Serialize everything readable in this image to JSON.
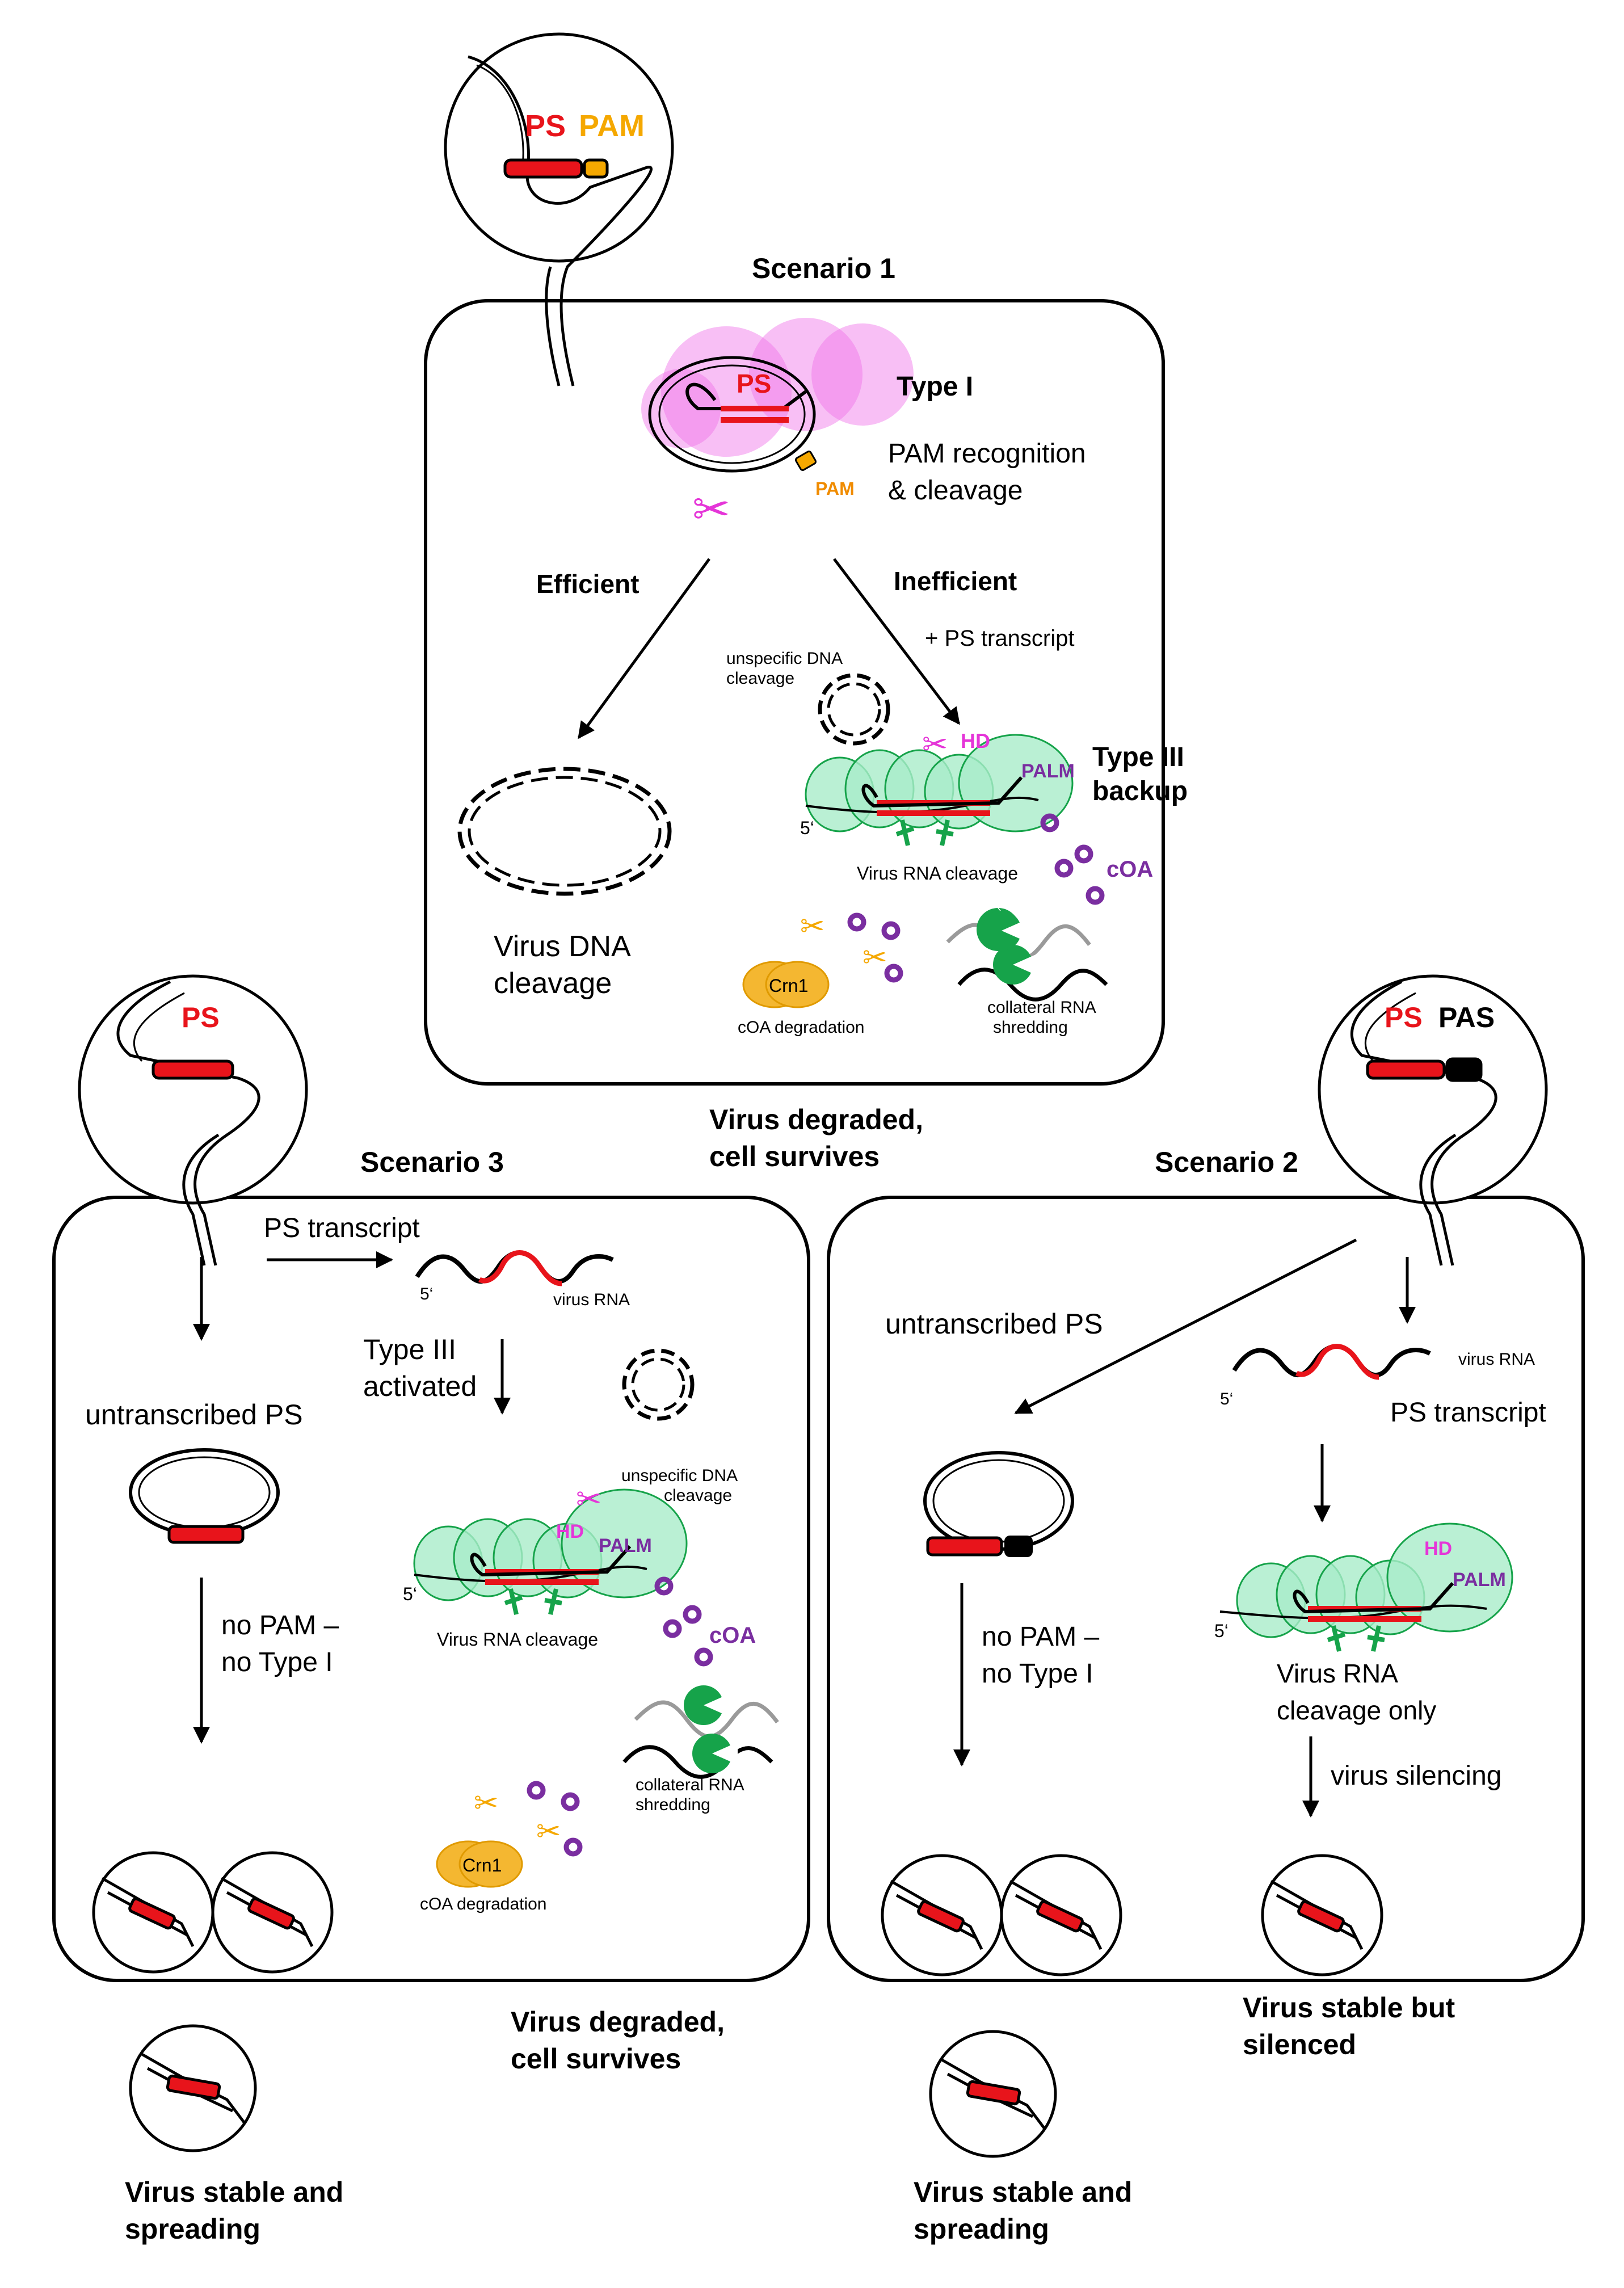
{
  "colors": {
    "red": "#e8141b",
    "orange": "#f5a800",
    "orange_text": "#f08c00",
    "pink": "#e535d8",
    "pink_fill": "#f070e8",
    "green": "#16a34a",
    "green_fill": "#a9ecc9",
    "purple": "#7a2ea0",
    "crn1": "#f4b731",
    "grey": "#9a9a9a"
  },
  "labels": {
    "ps": "PS",
    "pam": "PAM",
    "pas": "PAS",
    "hd": "HD",
    "palm": "PALM",
    "five_prime": "5‘",
    "coa": "cOA",
    "crn1": "Crn1",
    "virus_rna": "virus RNA",
    "unspecific_dna_1": "unspecific DNA",
    "unspecific_dna_2": "cleavage",
    "virus_rna_cleavage": "Virus RNA cleavage",
    "coa_degradation": "cOA degradation",
    "collateral_1": "collateral RNA",
    "collateral_2": "shredding"
  },
  "scenario1": {
    "title": "Scenario 1",
    "type_i": "Type I",
    "pam_recognition_1": "PAM recognition",
    "pam_recognition_2": "& cleavage",
    "efficient": "Efficient",
    "inefficient": "Inefficient",
    "plus_ps_transcript": "+ PS transcript",
    "type_iii_1": "Type III",
    "type_iii_2": "backup",
    "virus_dna_1": "Virus DNA",
    "virus_dna_2": "cleavage",
    "outcome_1": "Virus degraded,",
    "outcome_2": "cell survives"
  },
  "scenario3": {
    "title": "Scenario 3",
    "ps_transcript": "PS transcript",
    "type_iii_activated_1": "Type III",
    "type_iii_activated_2": "activated",
    "untranscribed_ps": "untranscribed PS",
    "no_pam_1": "no PAM –",
    "no_pam_2": "no Type I",
    "outcome_1": "Virus degraded,",
    "outcome_2": "cell survives",
    "spreading_1": "Virus stable and",
    "spreading_2": "spreading"
  },
  "scenario2": {
    "title": "Scenario 2",
    "untranscribed_ps": "untranscribed PS",
    "ps_transcript": "PS transcript",
    "cleavage_only_1": "Virus RNA",
    "cleavage_only_2": "cleavage only",
    "no_pam_1": "no PAM –",
    "no_pam_2": "no Type I",
    "virus_silencing": "virus silencing",
    "silenced_1": "Virus stable but",
    "silenced_2": "silenced",
    "spreading_1": "Virus stable and",
    "spreading_2": "spreading"
  }
}
